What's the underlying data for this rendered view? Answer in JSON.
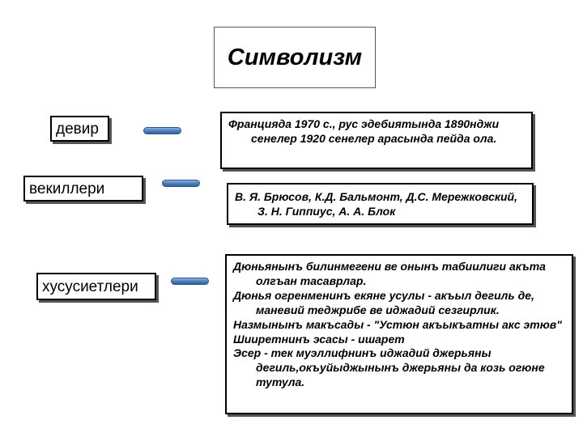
{
  "title": "Символизм",
  "labels": {
    "label1": "девир",
    "label2": "векиллери",
    "label3": "хусусиетлери"
  },
  "info": {
    "period": "Франциядa 1970 с., рус эдебиятында 1890нджи сенелер 1920 сенелер арасында пейда ола.",
    "representatives": "В. Я. Брюсов, К.Д. Бальмонт, Д.С. Мережковский, З. Н. Гиппиус, А. А. Блок",
    "features": [
      "Дюньянынъ билинмегени ве онынъ табиилиги акъта олгъан тасаврлар.",
      "Дюнья огренменинъ екяне усулы - акъыл дегиль де, маневий теджрибе ве иджадий сезгирлик.",
      "Назмынынъ макъсады - \"Устюн акъыкъатны акс этюв\"",
      "Шииретнинъ эсасы - ишарет",
      "Эсер - тек муэллифнинъ иджадий джерьяны дегиль,окъуйыджынынъ джерьяны да козь огюне тутула."
    ]
  }
}
